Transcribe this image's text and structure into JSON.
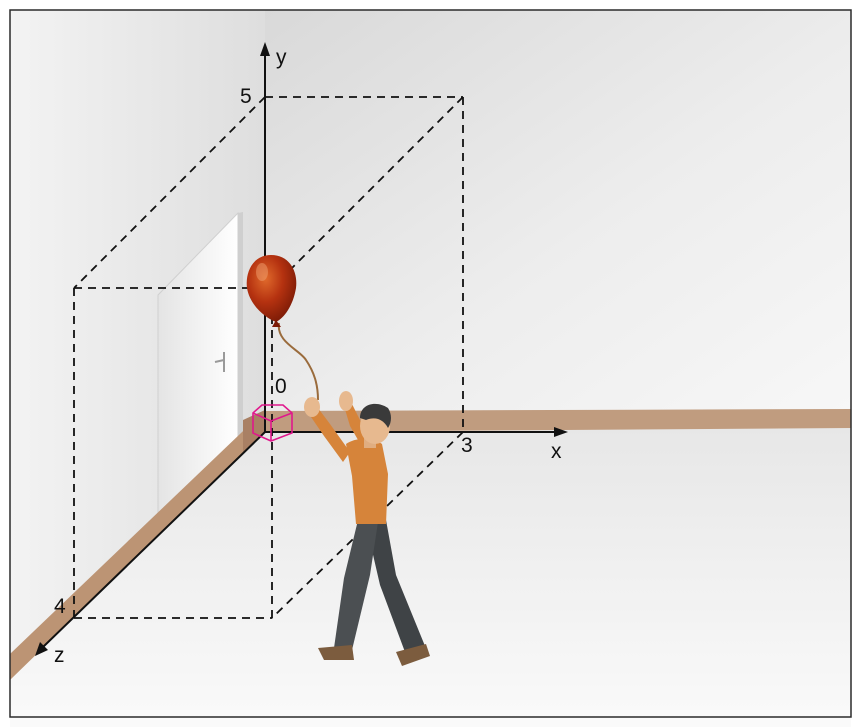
{
  "axes": {
    "x": {
      "name": "x",
      "tick": "3"
    },
    "y": {
      "name": "y",
      "tick": "5"
    },
    "z": {
      "name": "z",
      "tick": "4"
    },
    "origin": "0"
  },
  "balloon_point": {
    "x": 3,
    "y": 5,
    "z": 4
  },
  "colors": {
    "wall_back": "#e9e9e9",
    "wall_left": "#ececec",
    "floor": "#f7f7f7",
    "baseboard": "#c09c7f",
    "balloon": "#b02e10",
    "origin_marker": "#e0188c",
    "shirt": "#d6843a",
    "pants": "#4b4f52"
  }
}
